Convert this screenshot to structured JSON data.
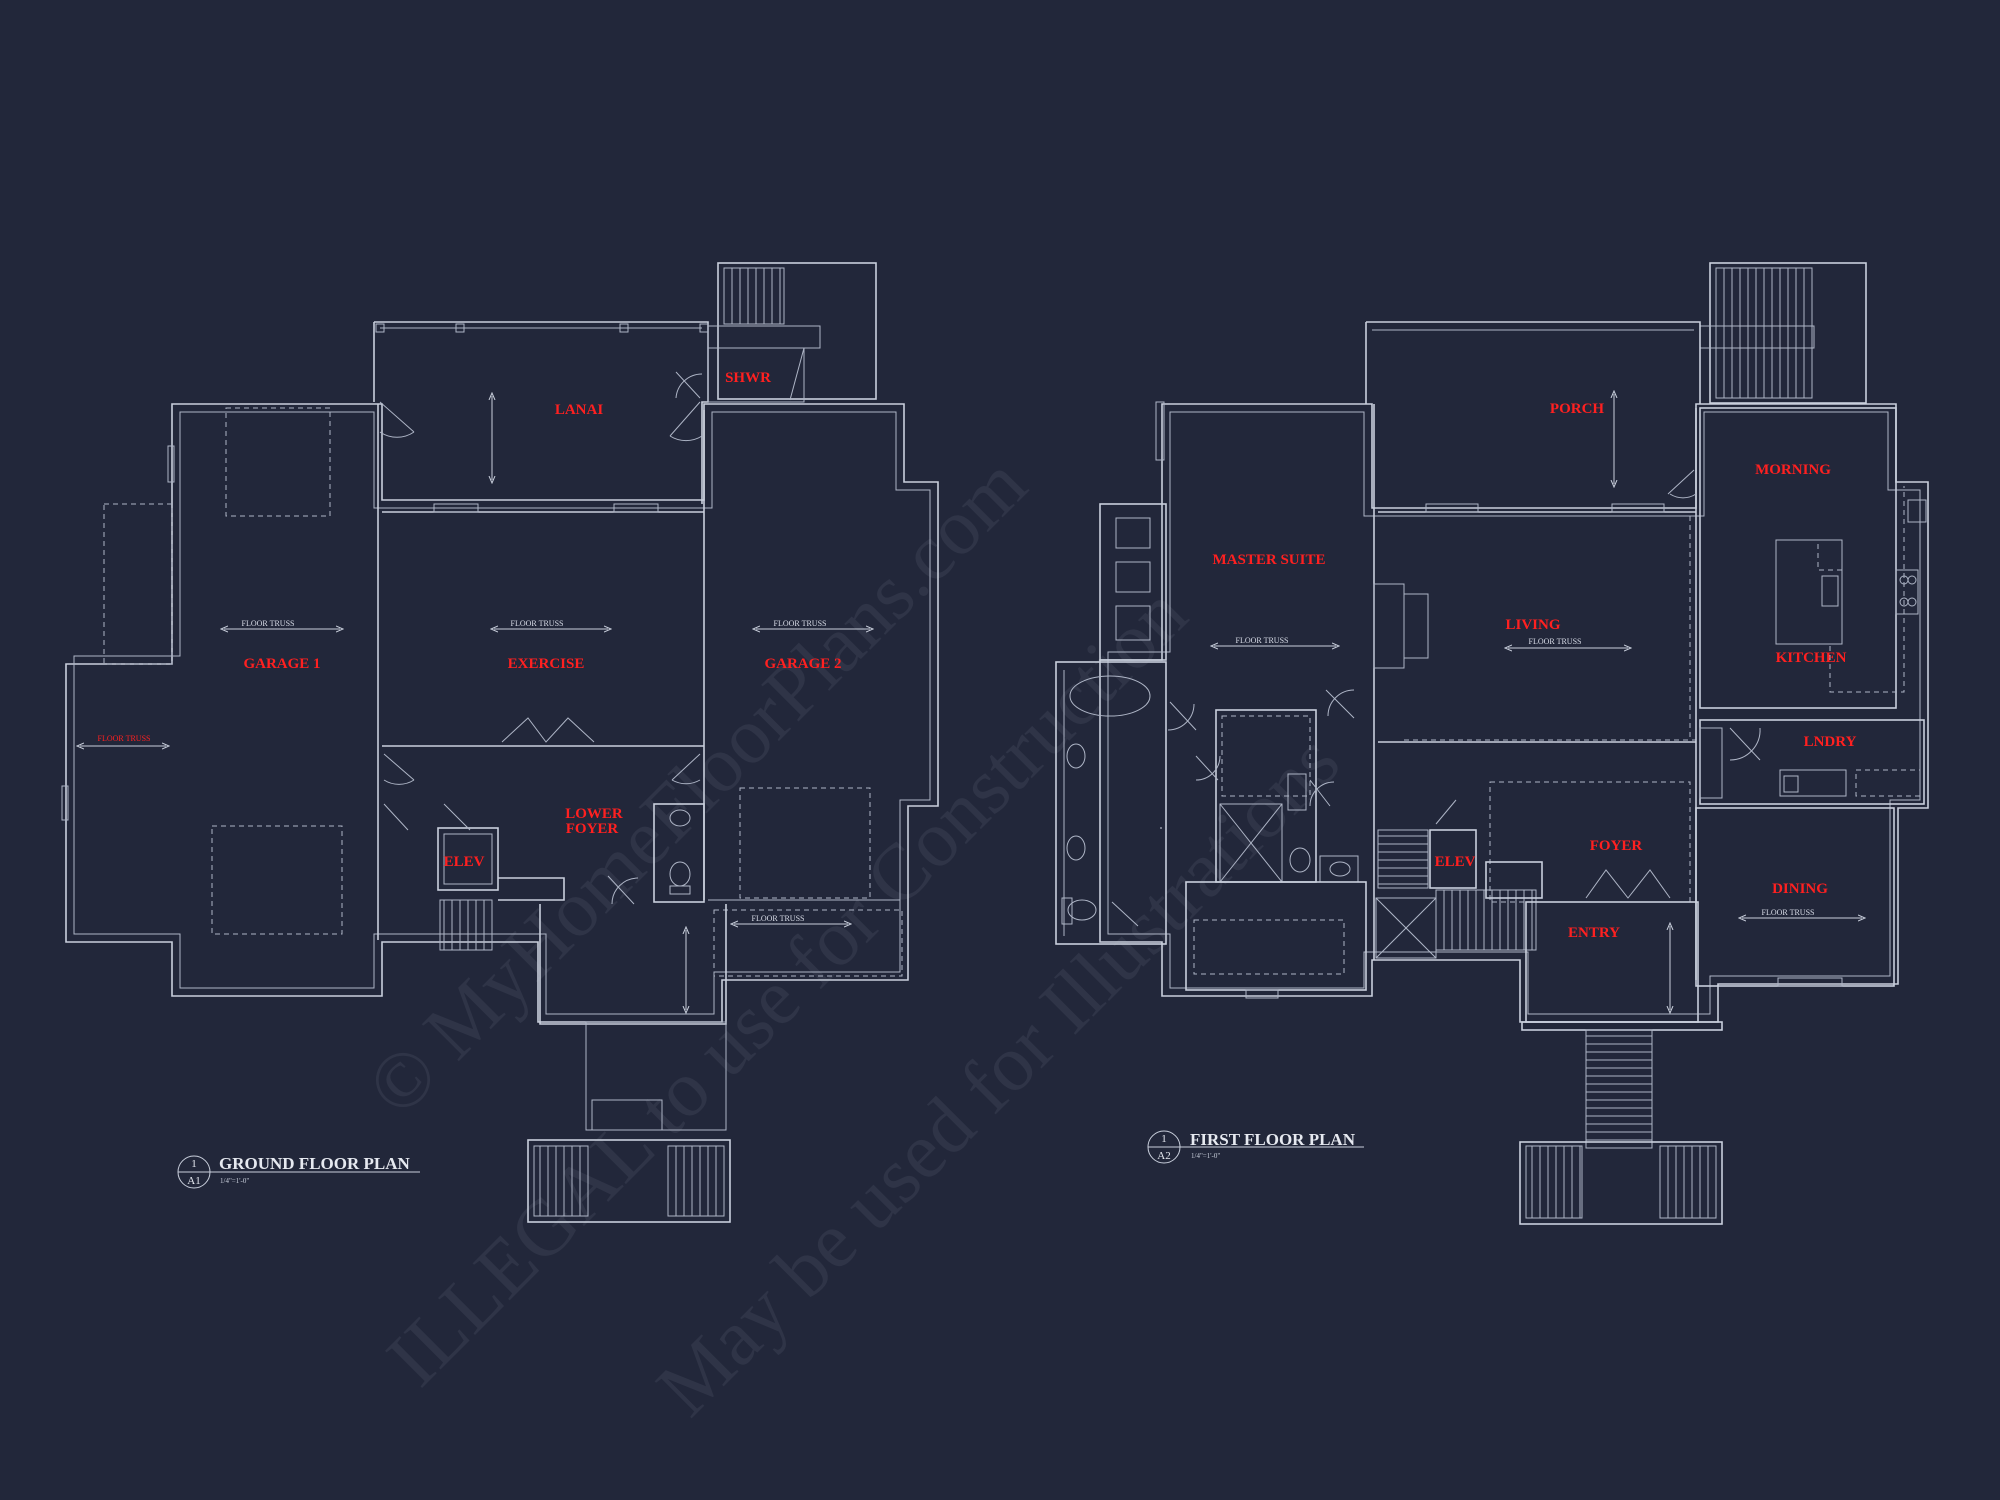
{
  "watermark": {
    "line1": "© MyHomeFloorPlans.com",
    "line2": "ILLEGAL to use for Construction",
    "line3": "May be used for Illustrations"
  },
  "ground_floor": {
    "title": "GROUND FLOOR PLAN",
    "scale": "1/4\"=1'-0\"",
    "sheet_num": "1",
    "sheet_ref": "A1",
    "rooms": {
      "lanai": "LANAI",
      "shwr": "SHWR",
      "garage1": "GARAGE 1",
      "exercise": "EXERCISE",
      "garage2": "GARAGE 2",
      "lower_foyer_1": "LOWER",
      "lower_foyer_2": "FOYER",
      "elev": "ELEV"
    },
    "notes": {
      "truss_garage1": "FLOOR TRUSS",
      "truss_exercise": "FLOOR TRUSS",
      "truss_garage2": "FLOOR TRUSS",
      "truss_left": "FLOOR TRUSS",
      "truss_bottom": "FLOOR TRUSS"
    }
  },
  "first_floor": {
    "title": "FIRST FLOOR PLAN",
    "scale": "1/4\"=1'-0\"",
    "sheet_num": "1",
    "sheet_ref": "A2",
    "rooms": {
      "porch": "PORCH",
      "morning": "MORNING",
      "master_suite": "MASTER SUITE",
      "living": "LIVING",
      "kitchen": "KITCHEN",
      "lndry": "LNDRY",
      "foyer": "FOYER",
      "elev": "ELEV",
      "dining": "DINING",
      "entry": "ENTRY"
    },
    "notes": {
      "truss_master": "FLOOR TRUSS",
      "truss_living": "FLOOR TRUSS",
      "truss_dining": "FLOOR TRUSS"
    }
  },
  "colors": {
    "background": "#22273a",
    "lines": "#c9cfdc",
    "room_labels": "#ff2020",
    "watermark": "#2f3447"
  }
}
